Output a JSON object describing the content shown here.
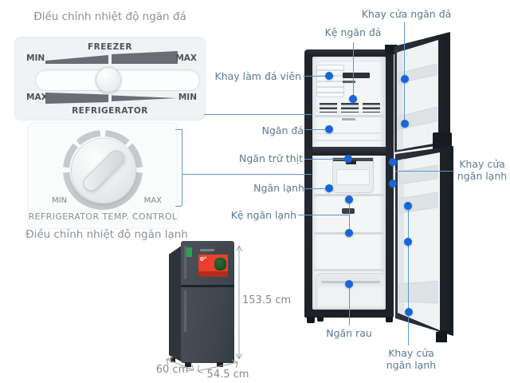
{
  "captions": {
    "freezer_adjust": "Điều chỉnh nhiệt độ ngăn đá",
    "fridge_adjust": "Điều chỉnh nhiệt độ ngăn lạnh"
  },
  "slider_panel": {
    "freezer": "FREEZER",
    "refrigerator": "REFRIGERATOR",
    "top_min": "MIN",
    "top_max": "MAX",
    "bottom_max": "MAX",
    "bottom_min": "MIN"
  },
  "dial_panel": {
    "min": "MIN",
    "max": "MAX",
    "label": "REFRIGERATOR TEMP. CONTROL"
  },
  "callouts": {
    "khay_cua_ngan_da": "Khay cửa ngăn đá",
    "ke_ngan_da": "Kệ ngăn đá",
    "khay_lam_da_vien": "Khay làm đá viên",
    "ngan_da": "Ngăn đá",
    "ngan_tru_thit": "Ngăn trữ thịt",
    "ngan_lanh": "Ngăn lạnh",
    "ke_ngan_lanh": "Kệ ngăn lạnh",
    "ngan_rau": "Ngăn rau",
    "khay_cua_ngan_lanh_right": "Khay cửa ngăn lạnh",
    "khay_cua_ngan_lanh_bottom": "Khay cửa ngăn lạnh"
  },
  "dimensions": {
    "height": "153.5 cm",
    "depth": "60 cm",
    "width": "54.5 cm"
  },
  "sticker": {
    "text": "0°"
  },
  "colors": {
    "dot": "#1766d6",
    "callout_line": "#5d97d6",
    "label_text": "#5b7a92",
    "caption_text": "#8c9299",
    "fridge_dark": "#22272d",
    "sticker_red": "#e8402a",
    "energy_green": "#2aa34c"
  }
}
